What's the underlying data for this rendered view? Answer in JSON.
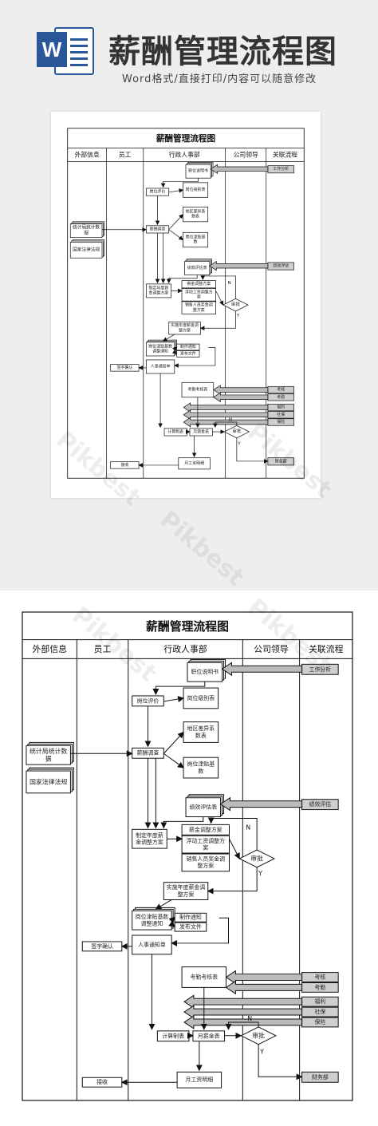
{
  "header": {
    "logo_letter": "W",
    "title": "薪酬管理流程图",
    "subtitle": "Word格式/直接打印/内容可以随意修改"
  },
  "watermark": "Pikbest",
  "diagram": {
    "title": "薪酬管理流程图",
    "lanes": [
      "外部信息",
      "员工",
      "行政人事部",
      "公司领导",
      "关联流程"
    ],
    "nodes": {
      "job_desc": "职位说明书",
      "job_eval": "岗位评价",
      "job_grade": "岗位级别表",
      "survey": "薪酬调查",
      "region_coef": "地区差异系数表",
      "job_base": "岗位津贴基数",
      "perf": "绩效评估表",
      "make_plan": "制定年度薪金调整方案",
      "sub1": "薪金调整方案",
      "sub2": "浮动工资调整方案",
      "sub3": "销售人员奖金调整方案",
      "approve1": "审批",
      "implement": "实施年度薪金调整方案",
      "job_notice": "岗位津贴基数调整通知",
      "make_notice": "制作通知",
      "issue_doc": "发布文件",
      "hr_notice": "人事通知单",
      "sign": "签字确认",
      "attendance": "考勤考核表",
      "calc": "计算制表",
      "payroll": "月薪金表",
      "approve2": "审批",
      "salary_detail": "月工资明细",
      "receive": "接收",
      "stats_data": "统计局统计数据",
      "law": "国家法律法规",
      "ext_job": "工作分析",
      "ext_perf": "绩效评估",
      "ext_check": "考核",
      "ext_attend": "考勤",
      "ext_welfare": "福利",
      "ext_social": "社保",
      "ext_insure": "保险",
      "ext_finance": "财务部",
      "label_n": "N",
      "label_y": "Y"
    }
  }
}
